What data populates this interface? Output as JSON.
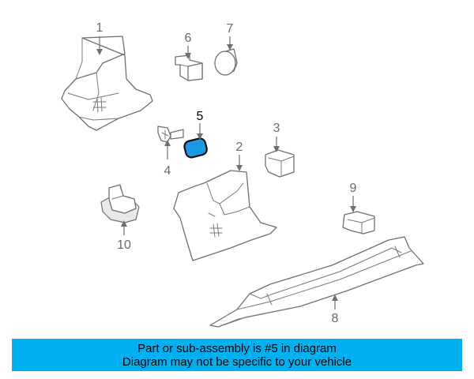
{
  "diagram": {
    "callouts": {
      "c1": "1",
      "c2": "2",
      "c3": "3",
      "c4": "4",
      "c5": "5",
      "c6": "6",
      "c7": "7",
      "c8": "8",
      "c9": "9",
      "c10": "10"
    },
    "highlighted_part": "5"
  },
  "banner": {
    "line1": "Part or sub-assembly is #5 in diagram",
    "line2": "Diagram may not be specific to your vehicle",
    "background": "#00b0f0"
  },
  "colors": {
    "highlight_fill": "#1a9ae6",
    "line": "#6f6f6f"
  }
}
